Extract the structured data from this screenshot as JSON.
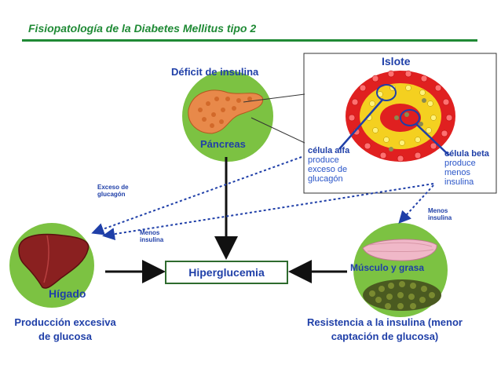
{
  "title": "Fisiopatología de la Diabetes Mellitus tipo 2",
  "labels": {
    "deficit": "Déficit de insulina",
    "islote": "Islote",
    "pancreas": "Páncreas",
    "alpha_title": "célula alfa",
    "alpha_lines": [
      "produce",
      "exceso de",
      "glucagón"
    ],
    "beta_title": "célula beta",
    "beta_lines": [
      "produce",
      "menos",
      "insulina"
    ],
    "exceso": [
      "Exceso de",
      "glucagón"
    ],
    "menos_left": [
      "Menos",
      "insulina"
    ],
    "menos_right": [
      "Menos",
      "insulina"
    ],
    "higado": "Hígado",
    "hiperglucemia": "Hiperglucemia",
    "musculo": "Músculo y grasa",
    "produccion": [
      "Producción excesiva",
      "de glucosa"
    ],
    "resistencia": [
      "Resistencia a la insulina (menor",
      "captación de glucosa)"
    ]
  },
  "icons": [
    "pancreas-icon",
    "islet-icon",
    "liver-icon",
    "muscle-icon",
    "fat-icon"
  ],
  "colors": {
    "title": "#1f8a35",
    "circle": "#7cc242",
    "text_blue": "#1f3fa8",
    "arrow_dotted": "#1f3fa8",
    "arrow_solid": "#111111"
  }
}
